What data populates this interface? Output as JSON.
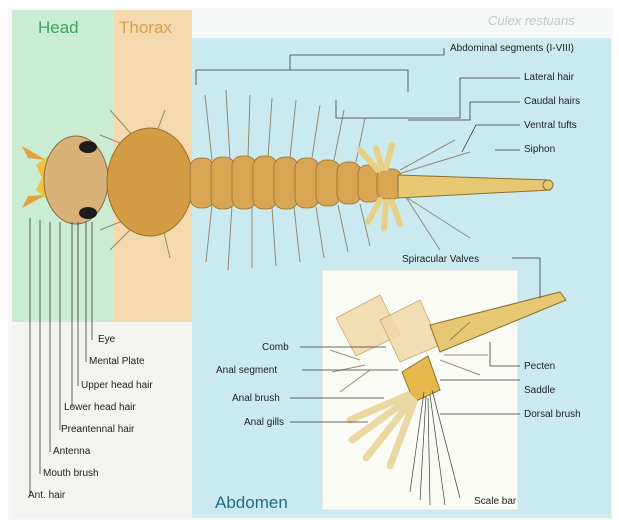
{
  "species_name": "Culex restuans",
  "regions": {
    "head": "Head",
    "thorax": "Thorax",
    "abdomen": "Abdomen"
  },
  "labels": {
    "abdominal_segments": "Abdominal segments (I-VIII)",
    "lateral_hair": "Lateral hair",
    "caudal_hairs": "Caudal hairs",
    "ventral_tufts": "Ventral tufts",
    "siphon": "Siphon",
    "spiracular_valves": "Spiracular Valves",
    "eye": "Eye",
    "mental_plate": "Mental Plate",
    "upper_head_hair": "Upper head hair",
    "lower_head_hair": "Lower head hair",
    "preantennal_hair": "Preantennal hair",
    "antenna": "Antenna",
    "mouth_brush": "Mouth brush",
    "ant_hair": "Ant. hair",
    "comb": "Comb",
    "anal_segment": "Anal segment",
    "anal_brush": "Anal brush",
    "anal_gills": "Anal gills",
    "pecten": "Pecten",
    "saddle": "Saddle",
    "dorsal_brush": "Dorsal brush",
    "scale_bar": "Scale bar"
  },
  "colors": {
    "head_region": "#c9ecd3",
    "thorax_region": "#f2d9ae",
    "abdomen_region": "#cbeaf0",
    "inset_bg": "#fbfbf6",
    "body": "#d8a652",
    "head_text": "#3aa864",
    "thorax_text": "#d8a050",
    "abdomen_text": "#1f6e86"
  }
}
